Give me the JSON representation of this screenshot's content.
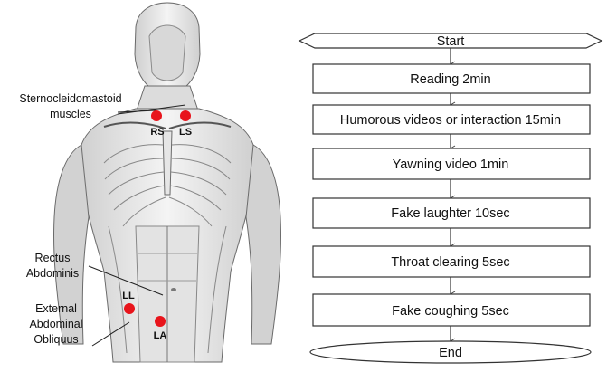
{
  "anatomy": {
    "labels": {
      "sternocleidomastoid_line1": "Sternocleidomastoid",
      "sternocleidomastoid_line2": "muscles",
      "rectus_line1": "Rectus",
      "rectus_line2": "Abdominis",
      "external_line1": "External",
      "external_line2": "Abdominal",
      "external_line3": "Obliquus"
    },
    "markers": {
      "rs": "RS",
      "ls": "LS",
      "ll": "LL",
      "la": "LA"
    },
    "marker_color": "#e8141b"
  },
  "flowchart": {
    "start": "Start",
    "steps": [
      "Reading 2min",
      "Humorous videos or interaction 15min",
      "Yawning video 1min",
      "Fake laughter 10sec",
      "Throat clearing 5sec",
      "Fake coughing 5sec"
    ],
    "end": "End"
  }
}
